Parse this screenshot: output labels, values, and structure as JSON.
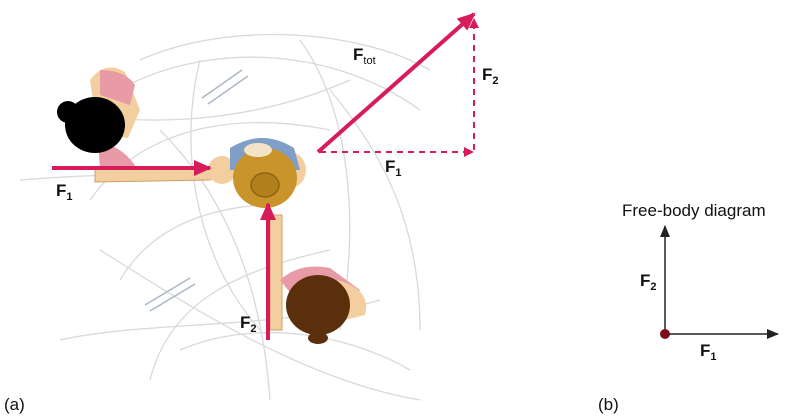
{
  "panel_a": {
    "label": "(a)",
    "vectors": {
      "f1_left": {
        "main": "F",
        "sub": "1"
      },
      "f2_bottom": {
        "main": "F",
        "sub": "2"
      },
      "ftot": {
        "main": "F",
        "sub": "tot"
      },
      "f2_right": {
        "main": "F",
        "sub": "2"
      },
      "f1_bottom": {
        "main": "F",
        "sub": "1"
      }
    }
  },
  "panel_b": {
    "label": "(b)",
    "title": "Free-body diagram",
    "f2": {
      "main": "F",
      "sub": "2"
    },
    "f1": {
      "main": "F",
      "sub": "1"
    }
  },
  "colors": {
    "force_arrow": "#d81b5a",
    "fbd_arrow": "#222222",
    "point": "#7a0e1a",
    "background_lines": "#d9d9d9",
    "skin": "#f3cfa0",
    "person_top_hair": "#000000",
    "person_bottom_hair": "#5a300c",
    "center_hat": "#c9952a",
    "shirt_blue": "#7f9fc8",
    "shirt_pink": "#e89aa6"
  }
}
